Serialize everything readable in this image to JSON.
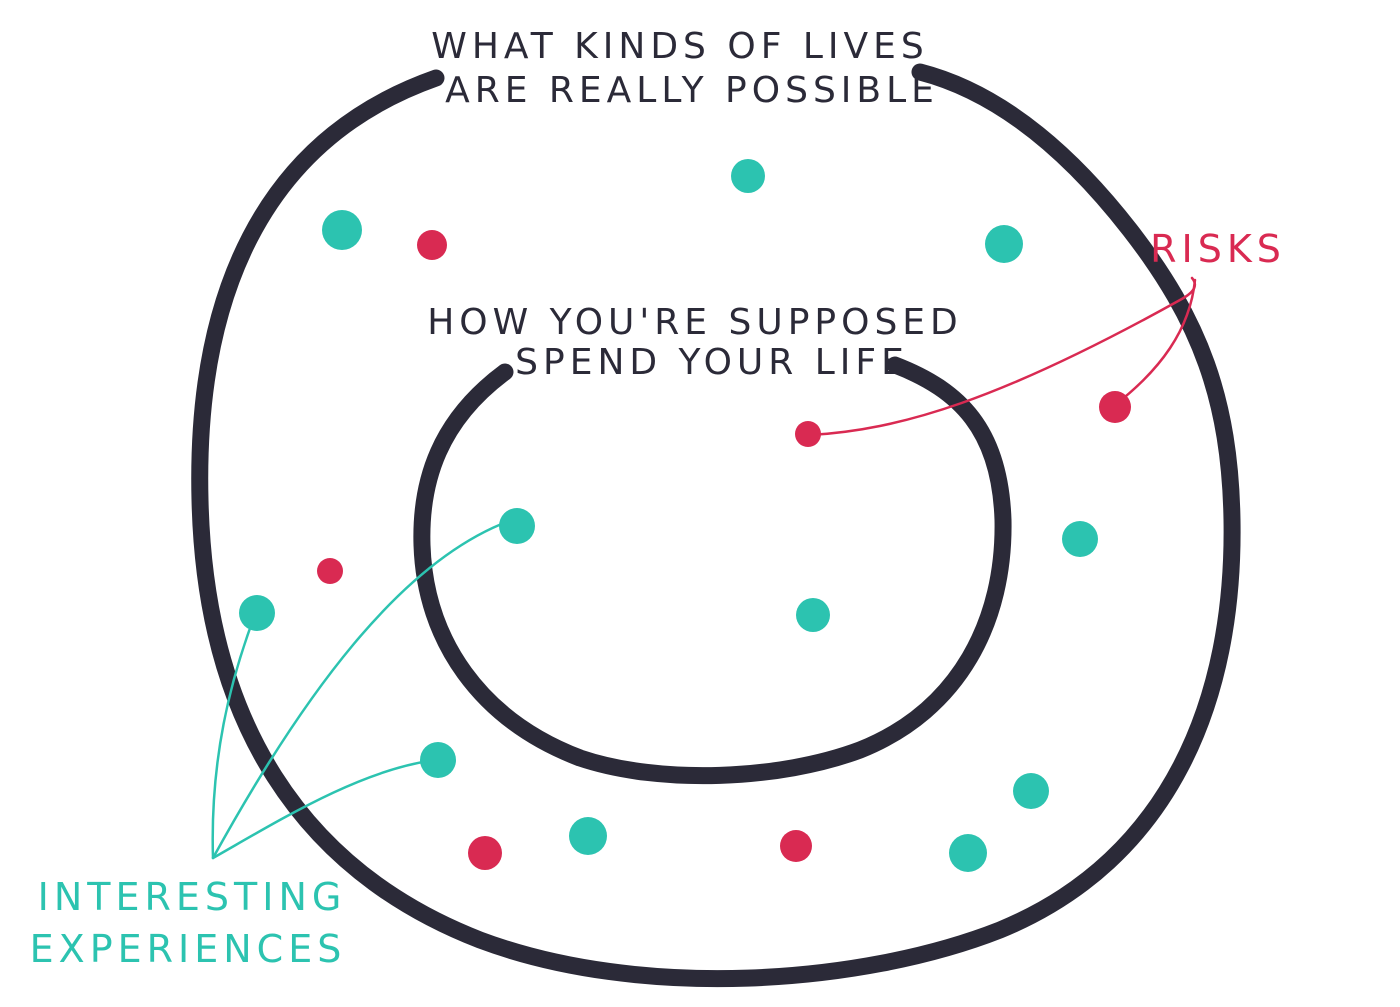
{
  "diagram": {
    "outer_label": {
      "line1": "WHAT KINDS OF LIVES",
      "line2": "ARE REALLY POSSIBLE"
    },
    "inner_label": {
      "line1": "HOW YOU'RE SUPPOSED",
      "line2": "SPEND YOUR LIFE"
    },
    "risks_label": "RISKS",
    "experiences_label": {
      "line1": "INTERESTING",
      "line2": "EXPERIENCES"
    }
  },
  "colors": {
    "ring": "#2b2a38",
    "text": "#2b2a38",
    "experience": "#2cc3b0",
    "risk": "#d92a52"
  }
}
